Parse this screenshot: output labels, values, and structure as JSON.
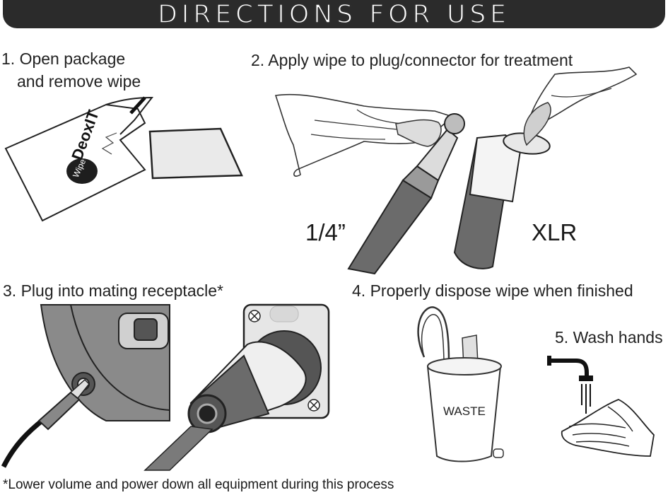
{
  "banner": {
    "title": "DIRECTIONS FOR USE"
  },
  "steps": [
    {
      "line1": "1. Open package",
      "line2": "and remove wipe"
    },
    {
      "line1": "2. Apply wipe to plug/connector for treatment"
    },
    {
      "line1": "3. Plug into mating receptacle*"
    },
    {
      "line1": "4. Properly dispose wipe when finished"
    },
    {
      "line1": "5. Wash hands"
    }
  ],
  "labels": {
    "quarter_inch": "1/4”",
    "xlr": "XLR",
    "package_brand": "DeoxIT",
    "package_badge": "Wipe",
    "bin_label": "WASTE"
  },
  "footer": {
    "note": "*Lower volume and power down all equipment during this process"
  },
  "colors": {
    "banner": "#2b2b2b",
    "plug_body": "#6b6b6b",
    "panel": "#8a8a8a"
  }
}
